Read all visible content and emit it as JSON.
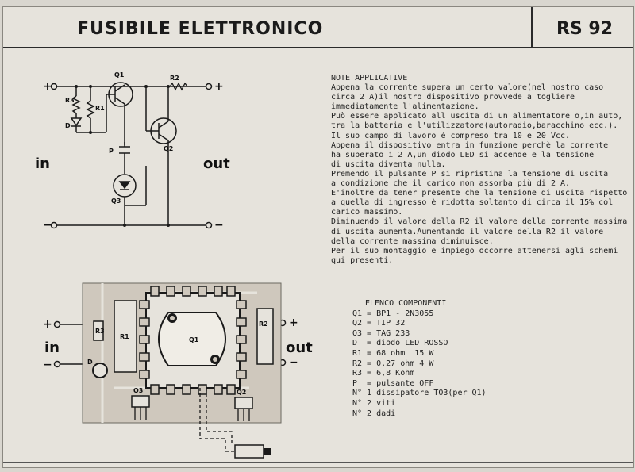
{
  "header": {
    "title": "FUSIBILE  ELETTRONICO",
    "code": "RS 92"
  },
  "schematic": {
    "labels": {
      "in": "in",
      "out": "out",
      "plus_in": "+",
      "minus_in": "−",
      "plus_out": "+",
      "minus_out": "−",
      "q1": "Q1",
      "q2": "Q2",
      "q3": "Q3",
      "r1": "R1",
      "r2": "R2",
      "r3": "R3",
      "d": "D",
      "p": "P"
    }
  },
  "pcb": {
    "labels": {
      "in": "in",
      "out": "out",
      "plus_in": "+",
      "minus_in": "−",
      "plus_out": "+",
      "minus_out": "−",
      "q1": "Q1",
      "q2": "Q2",
      "q3": "Q3",
      "r1": "R1",
      "r2": "R2",
      "r3": "R3",
      "d": "D"
    }
  },
  "notes": {
    "lines": [
      "NOTE APPLICATIVE",
      "Appena la corrente supera un certo valore(nel nostro caso",
      "circa 2 A)il nostro dispositivo provvede a togliere",
      "immediatamente l'alimentazione.",
      "Può essere applicato all'uscita di un alimentatore o,in auto,",
      "tra la batteria e l'utilizzatore(autoradio,baracchino ecc.).",
      "Il suo campo di lavoro è compreso tra 10 e 20 Vcc.",
      "Appena il dispositivo entra in funzione perchè la corrente",
      "ha superato i 2 A,un diodo LED si accende e la tensione",
      "di uscita diventa nulla.",
      "Premendo il pulsante P si ripristina la tensione di uscita",
      "a condizione che il carico non assorba più di 2 A.",
      "E'inoltre da tener presente che la tensione di uscita rispetto",
      "a quella di ingresso è ridotta soltanto di circa il 15% col",
      "carico massimo.",
      "Diminuendo il valore della R2 il valore della corrente massima",
      "di uscita aumenta.Aumentando il valore della R2 il valore",
      "della corrente massima diminuisce.",
      "Per il suo montaggio e impiego occorre attenersi agli schemi",
      "qui presenti."
    ]
  },
  "components": {
    "title": "ELENCO COMPONENTI",
    "items": [
      "Q1 = BP1 - 2N3055",
      "Q2 = TIP 32",
      "Q3 = TAG 233",
      "D  = diodo LED ROSSO",
      "R1 = 68 ohm  15 W",
      "R2 = 0,27 ohm 4 W",
      "R3 = 6,8 Kohm",
      "P  = pulsante OFF",
      "N° 1 dissipatore TO3(per Q1)",
      "N° 2 viti",
      "N° 2 dadi"
    ]
  }
}
